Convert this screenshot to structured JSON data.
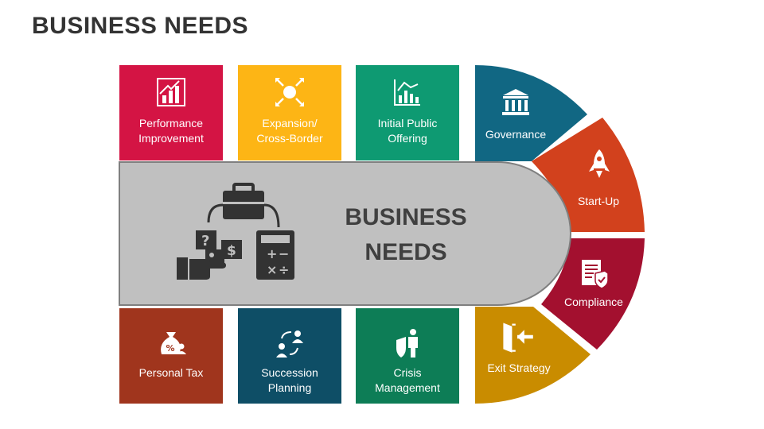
{
  "title": "BUSINESS NEEDS",
  "center": {
    "line1": "BUSINESS",
    "line2": "NEEDS"
  },
  "top_tiles": [
    {
      "line1": "Performance",
      "line2": "Improvement",
      "color": "#D41444"
    },
    {
      "line1": "Expansion/",
      "line2": "Cross-Border",
      "color": "#FDB515"
    },
    {
      "line1": "Initial Public",
      "line2": "Offering",
      "color": "#0E9A72"
    }
  ],
  "bottom_tiles": [
    {
      "line1": "Personal Tax",
      "line2": "",
      "color": "#A0351D"
    },
    {
      "line1": "Succession",
      "line2": "Planning",
      "color": "#0E4E66"
    },
    {
      "line1": "Crisis",
      "line2": "Management",
      "color": "#0D7D56"
    }
  ],
  "arc_segments": [
    {
      "label": "Governance",
      "color": "#116783"
    },
    {
      "label": "Start-Up",
      "color": "#D2411D"
    },
    {
      "label": "Compliance",
      "color": "#A3102F"
    },
    {
      "label": "Exit Strategy",
      "color": "#C98C00"
    }
  ],
  "icons": {
    "performance": "bar-chart-up-icon",
    "expansion": "globe-arrows-icon",
    "ipo": "stock-chart-icon",
    "governance": "government-building-icon",
    "startup": "rocket-icon",
    "compliance": "document-shield-icon",
    "exit": "exit-door-icon",
    "tax": "money-bag-percent-icon",
    "succession": "people-transition-icon",
    "crisis": "person-shield-icon",
    "center": "business-workflow-icon"
  }
}
